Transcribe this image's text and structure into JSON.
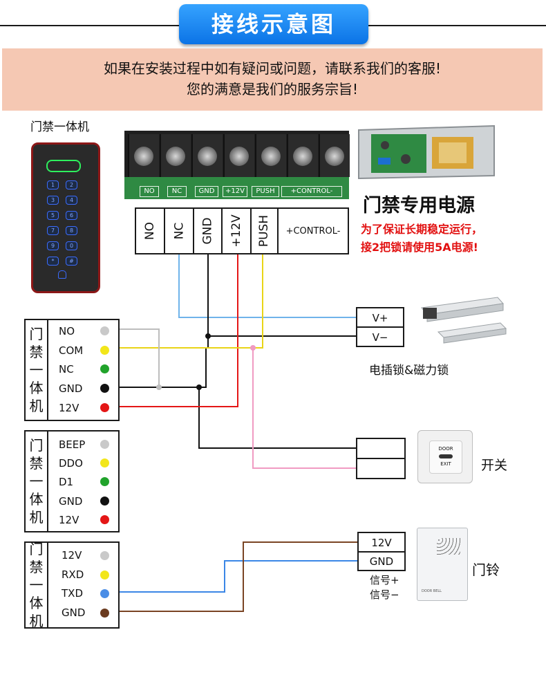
{
  "header": {
    "title": "接线示意图",
    "notice_line1": "如果在安装过程中如有疑问或问题，请联系我们的客服!",
    "notice_line2": "您的满意是我们的服务宗旨!"
  },
  "keypad": {
    "label": "门禁一体机",
    "keys": [
      "1",
      "2",
      "3",
      "4",
      "5",
      "6",
      "7",
      "8",
      "9",
      "0",
      "*",
      "#"
    ]
  },
  "terminal_photo": {
    "labels": [
      "NO",
      "NC",
      "GND",
      "+12V",
      "PUSH",
      "+CONTROL-"
    ]
  },
  "terminal_table": {
    "cells": [
      "NO",
      "NC",
      "GND",
      "+12V",
      "PUSH",
      "+CONTROL-"
    ]
  },
  "power_supply": {
    "title": "门禁专用电源",
    "note_line1": "为了保证长期稳定运行，",
    "note_line2": "接2把锁请使用5A电源!"
  },
  "lock": {
    "terminals": [
      "V+",
      "V−"
    ],
    "caption": "电插锁&磁力锁"
  },
  "exit_switch": {
    "caption": "开关",
    "button_text_top": "DOOR",
    "button_text_bottom": "EXIT"
  },
  "doorbell": {
    "terminals": [
      "12V",
      "GND"
    ],
    "signal_plus": "信号+",
    "signal_minus": "信号−",
    "caption": "门铃",
    "device_text": "DOOR BELL"
  },
  "panels": [
    {
      "head": [
        "门",
        "禁",
        "一",
        "体",
        "机"
      ],
      "pins": [
        {
          "label": "NO",
          "color": "#c9c9c9"
        },
        {
          "label": "COM",
          "color": "#f2e61a"
        },
        {
          "label": "NC",
          "color": "#21a32b"
        },
        {
          "label": "GND",
          "color": "#111111"
        },
        {
          "label": "12V",
          "color": "#e41616"
        }
      ]
    },
    {
      "head": [
        "门",
        "禁",
        "一",
        "体",
        "机"
      ],
      "pins": [
        {
          "label": "BEEP",
          "color": "#c9c9c9"
        },
        {
          "label": "DDO",
          "color": "#f2e61a"
        },
        {
          "label": "D1",
          "color": "#21a32b"
        },
        {
          "label": "GND",
          "color": "#111111"
        },
        {
          "label": "12V",
          "color": "#e41616"
        }
      ]
    },
    {
      "head": [
        "门",
        "禁",
        "一",
        "体",
        "机"
      ],
      "pins": [
        {
          "label": "12V",
          "color": "#c9c9c9"
        },
        {
          "label": "RXD",
          "color": "#f2e61a"
        },
        {
          "label": "TXD",
          "color": "#4a8de6"
        },
        {
          "label": "GND",
          "color": "#6b3b1f"
        }
      ]
    }
  ],
  "wire_colors": {
    "blue": "#6fb3ea",
    "black": "#111111",
    "red": "#e41616",
    "yellow": "#e9d416",
    "gray": "#bdbdbd",
    "pink": "#f09ac2",
    "brown": "#7a4423",
    "data_blue": "#3a86e6"
  }
}
